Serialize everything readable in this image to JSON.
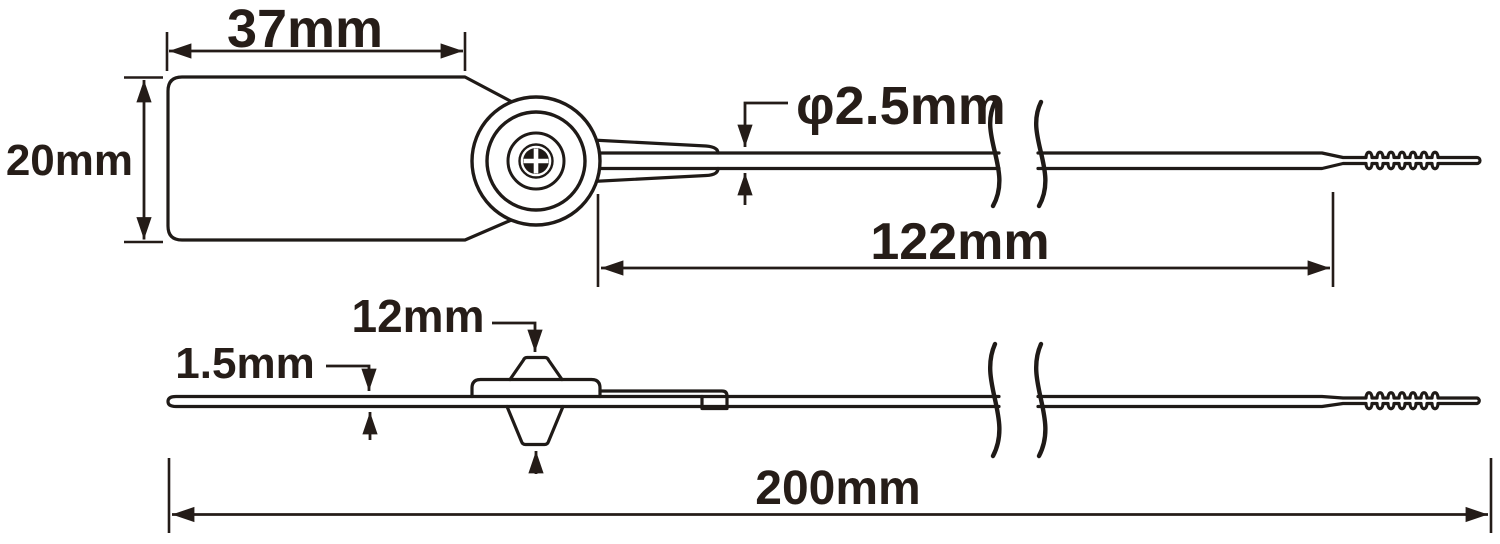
{
  "drawing": {
    "type": "technical-dimension-drawing",
    "subject": "pull-tight security seal, top view and side view with break lines",
    "dimensions": {
      "label_width": "37mm",
      "label_height": "20mm",
      "strap_diameter": "φ2.5mm",
      "insert_length": "122mm",
      "lock_height": "12mm",
      "strap_thickness": "1.5mm",
      "total_length": "200mm"
    },
    "colors": {
      "line": "#1f1a17",
      "text": "#261d18",
      "background": "#ffffff"
    }
  }
}
